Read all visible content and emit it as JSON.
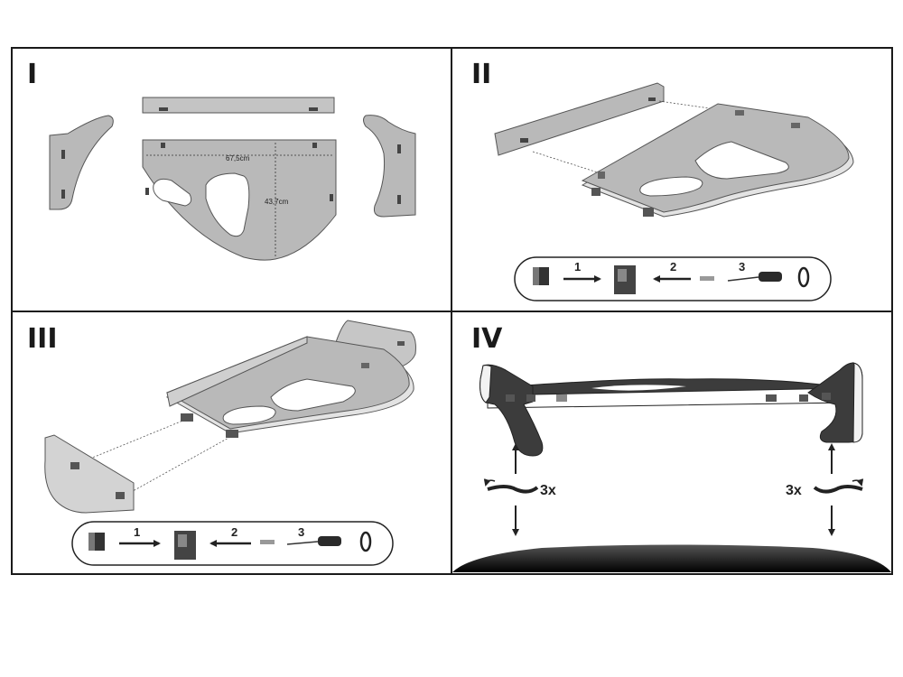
{
  "panels": [
    {
      "label": "I"
    },
    {
      "label": "II"
    },
    {
      "label": "III"
    },
    {
      "label": "IV"
    }
  ],
  "dimensions": {
    "width": "67,5cm",
    "height": "43,7cm"
  },
  "legend_steps": [
    "1",
    "2",
    "3"
  ],
  "repeat_count": "3x",
  "colors": {
    "plate_fill": "#b9b9b9",
    "plate_edge": "#e3e3e3",
    "dark_fill": "#3c3c3c",
    "frame": "#1a1a1a"
  }
}
